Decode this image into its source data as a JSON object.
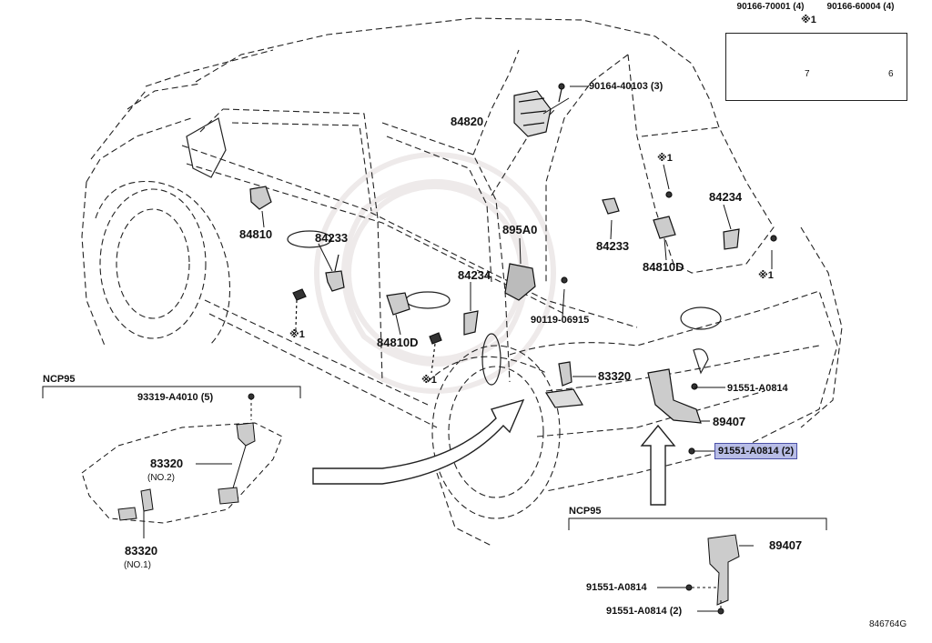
{
  "diagram_code": "846764G",
  "note_box": {
    "mark": "※1",
    "col1": {
      "part": "90166-70001 (4)",
      "dimension": "7"
    },
    "col2": {
      "part": "90166-60004 (4)",
      "dimension": "6"
    }
  },
  "labels": {
    "p84820": "84820",
    "p90164": "90164-40103 (3)",
    "mark_upper_right": "※1",
    "p84234_rear": "84234",
    "p84810": "84810",
    "p84233_front": "84233",
    "p895A0": "895A0",
    "p84233_rear": "84233",
    "p84810D_rear": "84810D",
    "mark_rear_bolt": "※1",
    "p84234_mid": "84234",
    "p90119": "90119-06915",
    "mark_door_bolt": "※1",
    "p84810D_mid": "84810D",
    "p83320_main": "83320",
    "mark_lower_bolt": "※1",
    "p91551_main": "91551-A0814",
    "p89407_main": "89407",
    "p91551_2_main": "91551-A0814 (2)"
  },
  "inset_left": {
    "title": "NCP95",
    "p93319": "93319-A4010 (5)",
    "p83320_no2": "83320",
    "no2": "(NO.2)",
    "p83320_no1": "83320",
    "no1": "(NO.1)"
  },
  "inset_right": {
    "title": "NCP95",
    "p89407": "89407",
    "p91551": "91551-A0814",
    "p91551_2": "91551-A0814 (2)"
  }
}
